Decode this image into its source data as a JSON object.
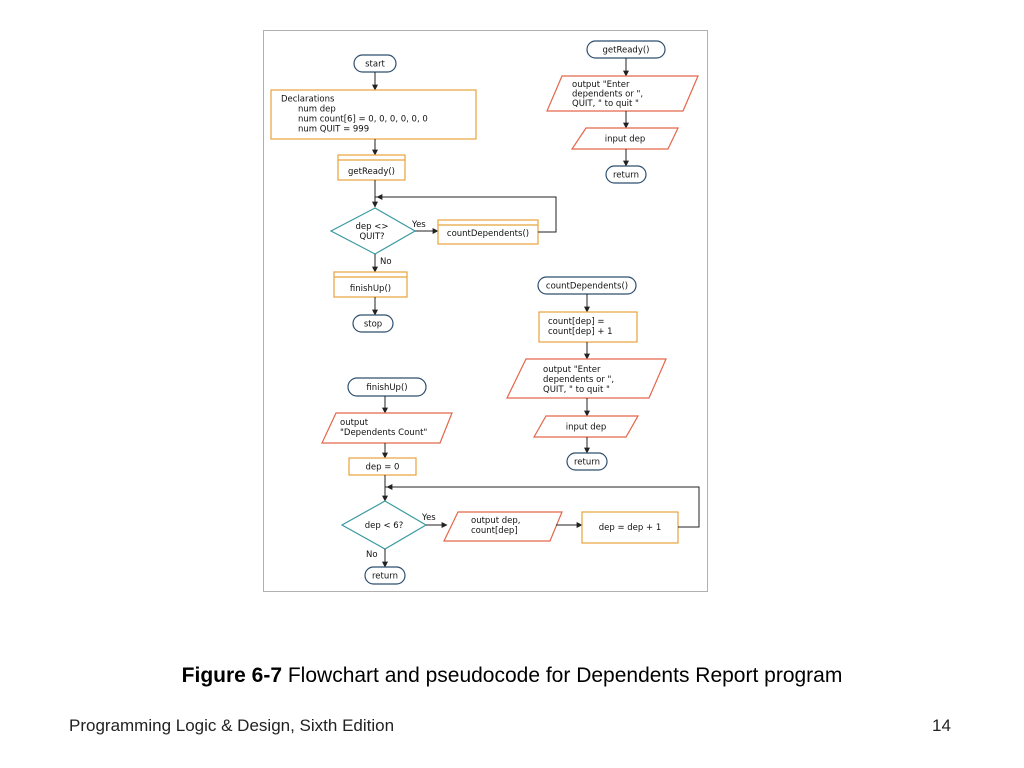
{
  "flowchart": {
    "start": "start",
    "declarations": [
      "Declarations",
      "num dep",
      "num count[6] = 0, 0, 0, 0, 0, 0",
      "num QUIT = 999"
    ],
    "get_ready_call": "getReady()",
    "loop_condition": [
      "dep <>",
      "QUIT?"
    ],
    "yes_label": "Yes",
    "no_label": "No",
    "count_dependents_call": "countDependents()",
    "finish_up_call": "finishUp()",
    "stop": "stop"
  },
  "get_ready_module": {
    "header": "getReady()",
    "output": [
      "output \"Enter",
      "dependents or \",",
      "QUIT, \" to quit \""
    ],
    "input": "input dep",
    "return": "return"
  },
  "count_dependents_module": {
    "header": "countDependents()",
    "process": [
      "count[dep] =",
      "count[dep] + 1"
    ],
    "output": [
      "output \"Enter",
      "dependents or \",",
      "QUIT, \" to quit \""
    ],
    "input": "input dep",
    "return": "return"
  },
  "finish_up_module": {
    "header": "finishUp()",
    "output": [
      "output",
      "\"Dependents Count\""
    ],
    "init": "dep = 0",
    "condition": "dep < 6?",
    "yes_label": "Yes",
    "no_label": "No",
    "loop_output": [
      "output dep,",
      "count[dep]"
    ],
    "increment": "dep = dep + 1",
    "return": "return"
  },
  "caption": {
    "figure_label": "Figure 6-7",
    "text": " Flowchart and pseudocode for Dependents Report program"
  },
  "footer": {
    "book": "Programming Logic & Design, Sixth Edition",
    "page": "14"
  },
  "colors": {
    "terminal": "#2e4f6e",
    "process": "#e8a33c",
    "io": "#e4664a",
    "decision": "#3a9aa0",
    "line": "#222222"
  }
}
